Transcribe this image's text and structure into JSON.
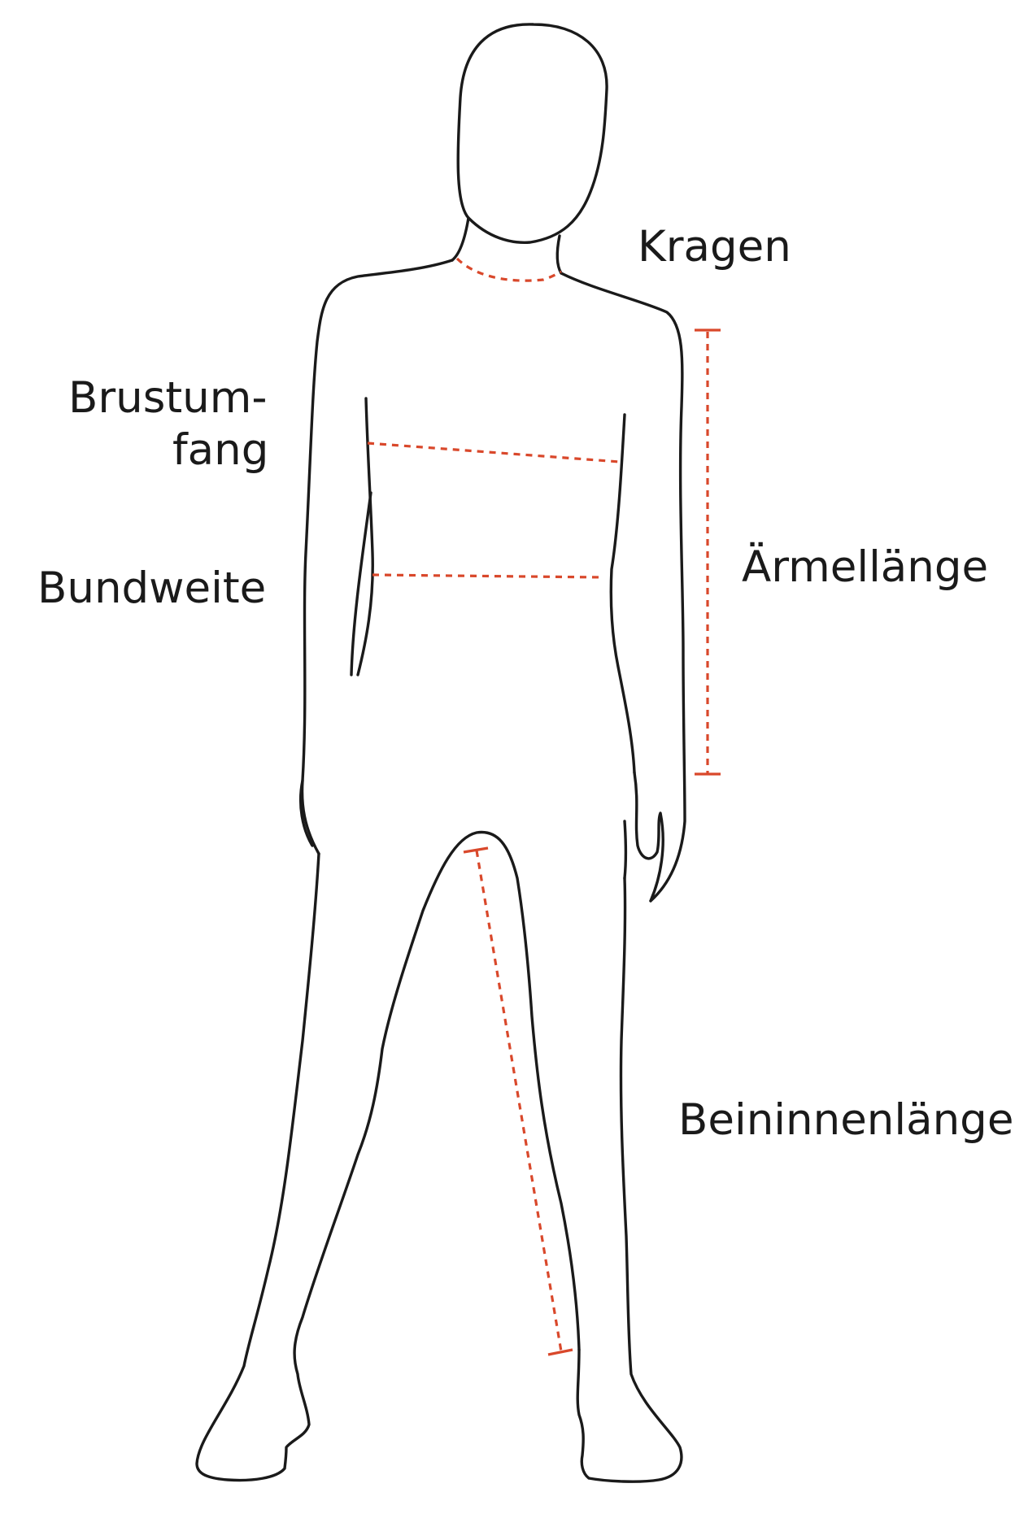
{
  "labels": {
    "collar": "Kragen",
    "chest_line1": "Brustum-",
    "chest_line2": "fang",
    "waist": "Bundweite",
    "sleeve": "Ärmellänge",
    "inseam": "Beininnenlänge"
  },
  "colors": {
    "outline": "#1a1a1a",
    "measure": "#d9482b",
    "background": "#ffffff"
  }
}
